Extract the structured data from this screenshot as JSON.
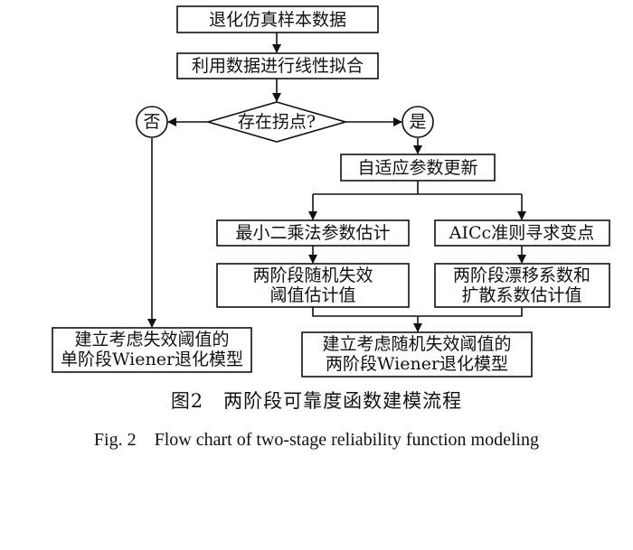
{
  "flowchart": {
    "nodes": {
      "start": {
        "lines": [
          "退化仿真样本数据"
        ]
      },
      "fit": {
        "lines": [
          "利用数据进行线性拟合"
        ]
      },
      "decision": {
        "lines": [
          "存在拐点?"
        ]
      },
      "no": {
        "lines": [
          "否"
        ]
      },
      "yes": {
        "lines": [
          "是"
        ]
      },
      "adaptive": {
        "lines": [
          "自适应参数更新"
        ]
      },
      "lsq": {
        "lines": [
          "最小二乘法参数估计"
        ]
      },
      "aicc": {
        "lines": [
          "AICc准则寻求变点"
        ]
      },
      "threshold_est": {
        "lines": [
          "两阶段随机失效",
          "阈值估计值"
        ]
      },
      "drift_est": {
        "lines": [
          "两阶段漂移系数和",
          "扩散系数估计值"
        ]
      },
      "single_model": {
        "lines": [
          "建立考虑失效阈值的",
          "单阶段Wiener退化模型"
        ]
      },
      "two_model": {
        "lines": [
          "建立考虑随机失效阈值的",
          "两阶段Wiener退化模型"
        ]
      }
    }
  },
  "caption": {
    "zh": "图2　两阶段可靠度函数建模流程",
    "en": "Fig. 2　Flow chart of two-stage reliability function modeling"
  }
}
